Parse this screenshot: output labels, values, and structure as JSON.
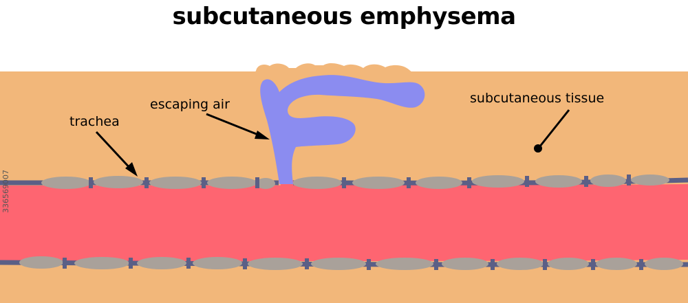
{
  "title": "subcutaneous emphysema",
  "labels": {
    "escaping_air": "escaping air",
    "trachea": "trachea",
    "subcutaneous_tissue": "subcutaneous tissue"
  },
  "watermark_id": "336569007",
  "colors": {
    "tissue": "#f2b77a",
    "trachea_lumen": "#fe6571",
    "air": "#8b8cf0",
    "membrane": "#5b5f86",
    "cartilage": "#a9a19a",
    "arrow": "#000000"
  }
}
